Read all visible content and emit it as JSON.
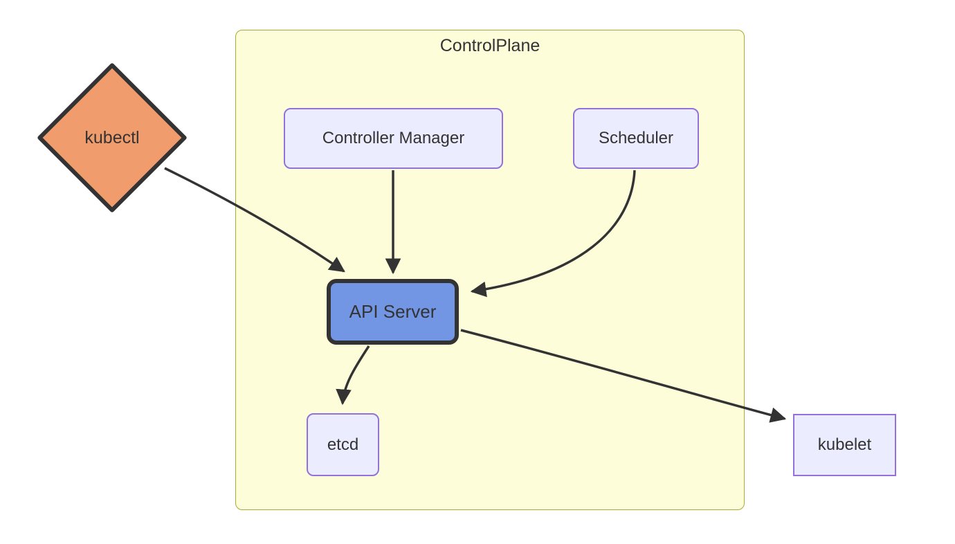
{
  "diagram": {
    "type": "flowchart",
    "subgraph": {
      "title": "ControlPlane",
      "fill": "#fdfdd9",
      "stroke": "#a9a933"
    },
    "nodes": {
      "kubectl": {
        "label": "kubectl",
        "shape": "diamond",
        "fill": "#f19c6d",
        "stroke": "#333333",
        "inside_control_plane": false
      },
      "controller_manager": {
        "label": "Controller Manager",
        "shape": "rounded-rect",
        "fill": "#ececff",
        "stroke": "#9370db",
        "inside_control_plane": true
      },
      "scheduler": {
        "label": "Scheduler",
        "shape": "rounded-rect",
        "fill": "#ececff",
        "stroke": "#9370db",
        "inside_control_plane": true
      },
      "api_server": {
        "label": "API Server",
        "shape": "rounded-rect-bold",
        "fill": "#7296e3",
        "stroke": "#333333",
        "inside_control_plane": true
      },
      "etcd": {
        "label": "etcd",
        "shape": "rounded-rect",
        "fill": "#ececff",
        "stroke": "#9370db",
        "inside_control_plane": true
      },
      "kubelet": {
        "label": "kubelet",
        "shape": "rect",
        "fill": "#ececff",
        "stroke": "#9370db",
        "inside_control_plane": false
      }
    },
    "edges": [
      {
        "from": "kubectl",
        "to": "api_server",
        "style": "arrow"
      },
      {
        "from": "controller_manager",
        "to": "api_server",
        "style": "arrow"
      },
      {
        "from": "scheduler",
        "to": "api_server",
        "style": "arrow"
      },
      {
        "from": "api_server",
        "to": "etcd",
        "style": "arrow"
      },
      {
        "from": "api_server",
        "to": "kubelet",
        "style": "arrow"
      }
    ],
    "colors": {
      "edge_stroke": "#333333",
      "text": "#333333",
      "background": "#ffffff"
    }
  }
}
